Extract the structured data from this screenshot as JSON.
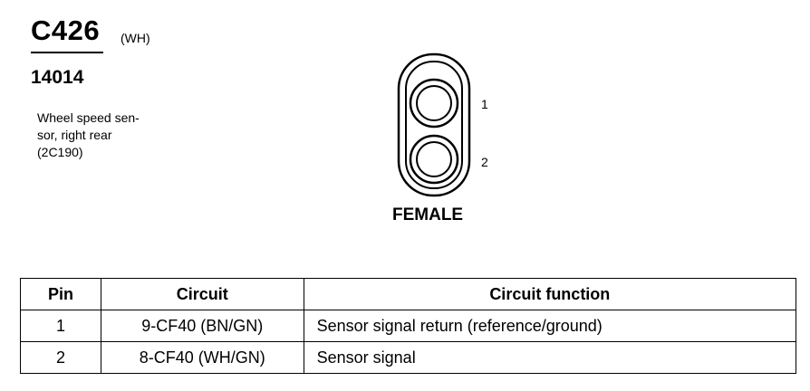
{
  "connector": {
    "id": "C426",
    "color_code": "(WH)",
    "part_number": "14014",
    "description_lines": [
      "Wheel speed sen-",
      "sor, right rear",
      "(2C190)"
    ],
    "pin_labels": [
      "1",
      "2"
    ],
    "gender": "FEMALE"
  },
  "table": {
    "headers": [
      "Pin",
      "Circuit",
      "Circuit function"
    ],
    "rows": [
      {
        "pin": "1",
        "circuit": "9-CF40 (BN/GN)",
        "function": "Sensor signal return (reference/ground)"
      },
      {
        "pin": "2",
        "circuit": "8-CF40 (WH/GN)",
        "function": "Sensor signal"
      }
    ]
  }
}
